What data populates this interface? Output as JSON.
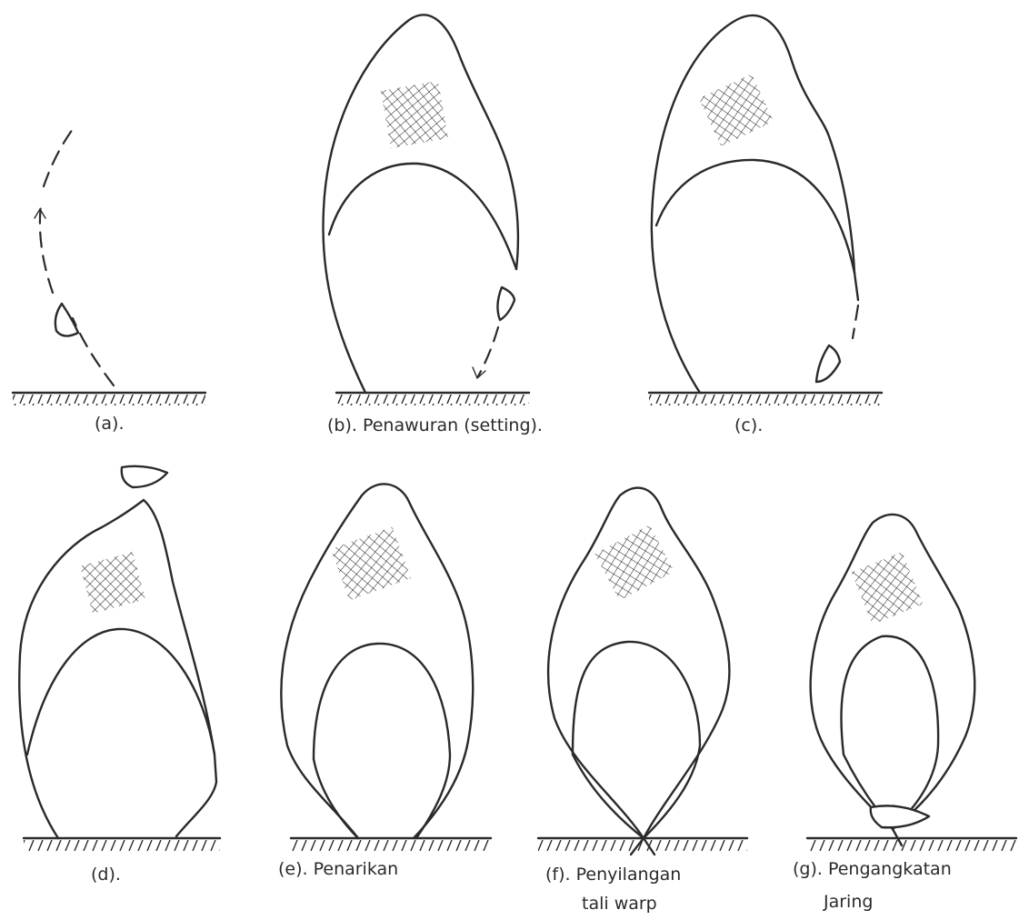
{
  "diagram": {
    "panels": [
      {
        "id": "a",
        "label_lines": [
          "(a)."
        ]
      },
      {
        "id": "b",
        "label_lines": [
          "(b). Penawuran (setting)."
        ]
      },
      {
        "id": "c",
        "label_lines": [
          "(c)."
        ]
      },
      {
        "id": "d",
        "label_lines": [
          "(d)."
        ]
      },
      {
        "id": "e",
        "label_lines": [
          "(e). Penarikan"
        ]
      },
      {
        "id": "f",
        "label_lines": [
          "(f). Penyilangan",
          "tali warp"
        ]
      },
      {
        "id": "g",
        "label_lines": [
          "(g). Pengangkatan",
          "Jaring"
        ]
      }
    ]
  }
}
